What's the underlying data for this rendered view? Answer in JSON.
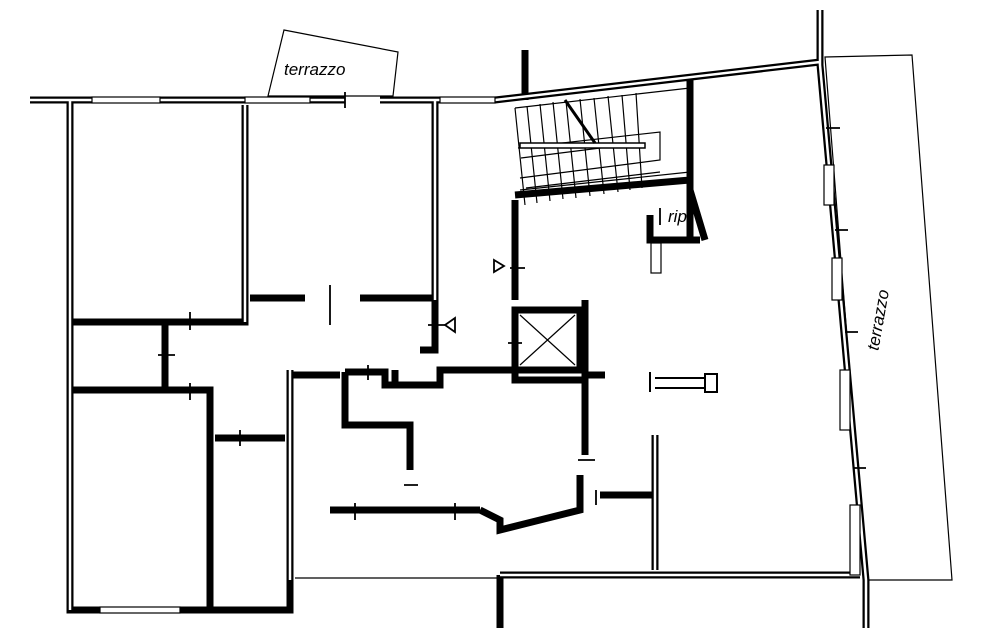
{
  "labels": {
    "terrace_top": "terrazzo",
    "terrace_right": "terrazzo",
    "storage": "rip."
  },
  "colors": {
    "wall": "#000000",
    "background": "#ffffff"
  }
}
